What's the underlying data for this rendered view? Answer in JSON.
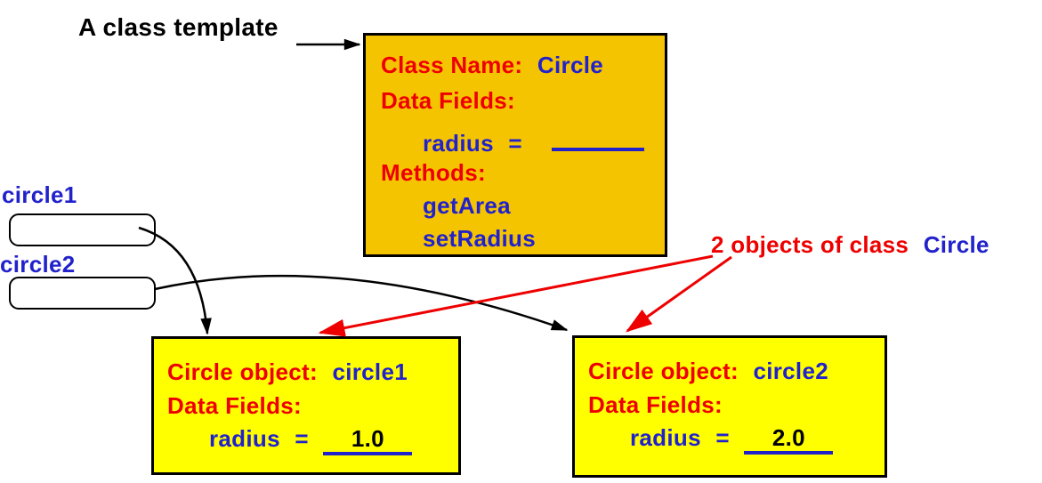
{
  "title": "A class template",
  "colors": {
    "template_box_fill": "#F5C400",
    "object_box_fill": "#FFFF00",
    "label_red": "#EE0000",
    "value_blue": "#2222CC",
    "arrow_black": "#000000",
    "arrow_red": "#EE0000",
    "background": "#FFFFFF"
  },
  "template_box": {
    "class_name_label": "Class Name:",
    "class_name_value": "Circle",
    "data_fields_label": "Data Fields:",
    "field": {
      "name": "radius",
      "eq": "="
    },
    "methods_label": "Methods:",
    "methods": [
      "getArea",
      "setRadius"
    ]
  },
  "references": [
    {
      "label": "circle1"
    },
    {
      "label": "circle2"
    }
  ],
  "objects_annotation": {
    "red_part": "2 objects of class",
    "blue_part": "Circle"
  },
  "object_boxes": [
    {
      "title_label": "Circle object:",
      "title_value": "circle1",
      "data_fields_label": "Data Fields:",
      "field": {
        "name": "radius",
        "eq": "=",
        "value": "1.0"
      }
    },
    {
      "title_label": "Circle object:",
      "title_value": "circle2",
      "data_fields_label": "Data Fields:",
      "field": {
        "name": "radius",
        "eq": "=",
        "value": "2.0"
      }
    }
  ]
}
